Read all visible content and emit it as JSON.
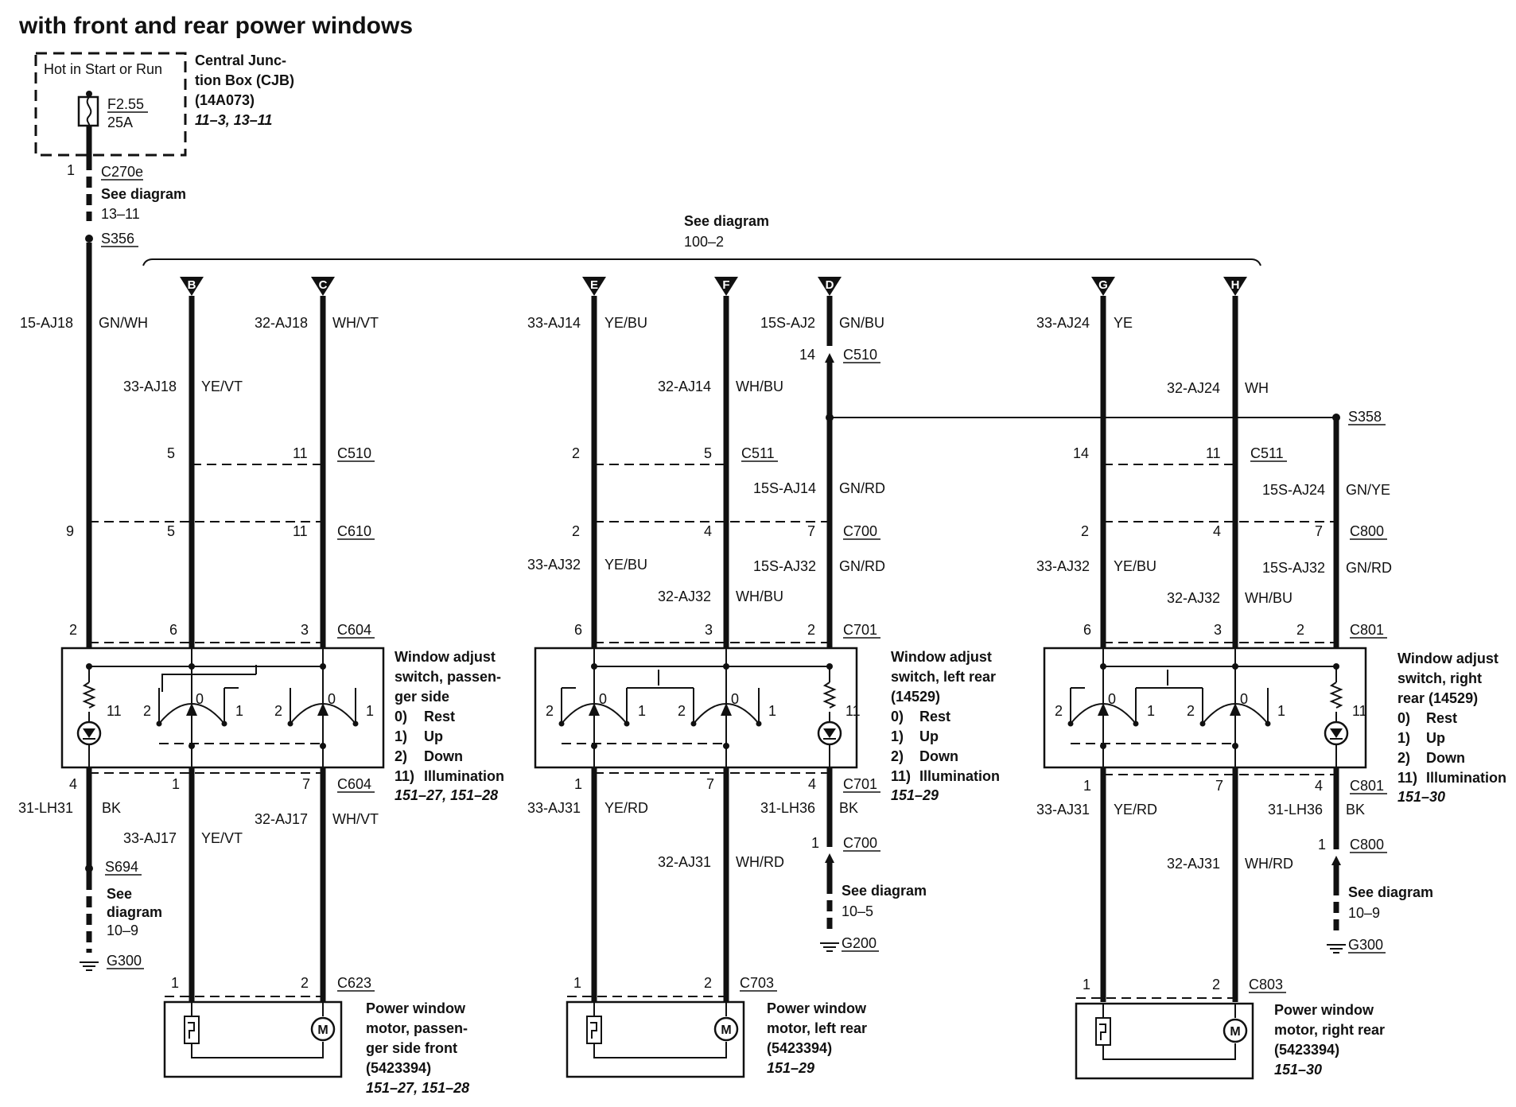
{
  "title": "with front and rear power windows",
  "cjb": {
    "hot_label": "Hot in Start or Run",
    "fuse_id": "F2.55",
    "fuse_rating": "25A",
    "name_line1": "Central Junc-",
    "name_line2": "tion Box (CJB)",
    "part": "(14A073)",
    "refs": "11–3, 13–11"
  },
  "top": {
    "pin_c270e": "1",
    "c270e": "C270e",
    "see_diagram": "See diagram",
    "see_ref": "13–11",
    "s356": "S356",
    "bus_see": "See diagram",
    "bus_ref": "100–2",
    "s358": "S358"
  },
  "connectors": {
    "B": "B",
    "C": "C",
    "E": "E",
    "F": "F",
    "D": "D",
    "G": "G",
    "H": "H"
  },
  "passenger": {
    "w_feed": "15-AJ18",
    "w_feed_color": "GN/WH",
    "w_b": "33-AJ18",
    "w_b_color": "YE/VT",
    "w_c": "32-AJ18",
    "w_c_color": "WH/VT",
    "c510": "C510",
    "c510_p1": "5",
    "c510_p2": "11",
    "c610": "C610",
    "c610_p0": "9",
    "c610_p1": "5",
    "c610_p2": "11",
    "c604_top": "C604",
    "c604_p0": "2",
    "c604_p1": "6",
    "c604_p2": "3",
    "switch_name1": "Window adjust",
    "switch_name2": "switch, passen-",
    "switch_name3": "ger side",
    "m0_num": "0)",
    "m0": "Rest",
    "m1_num": "1)",
    "m1": "Up",
    "m2_num": "2)",
    "m2": "Down",
    "m11_num": "11)",
    "m11": "Illumination",
    "switch_refs": "151–27, 151–28",
    "lamp_pin": "11",
    "pos_2a": "2",
    "pos_0a": "0",
    "pos_1a": "1",
    "pos_2b": "2",
    "pos_0b": "0",
    "pos_1b": "1",
    "c604_bot": "C604",
    "c604b_p0": "4",
    "c604b_p1": "1",
    "c604b_p2": "7",
    "w_gnd": "31-LH31",
    "w_gnd_color": "BK",
    "w_m1": "33-AJ17",
    "w_m1_color": "YE/VT",
    "w_m2": "32-AJ17",
    "w_m2_color": "WH/VT",
    "s694": "S694",
    "see": "See",
    "diagram": "diagram",
    "see_ref": "10–9",
    "g300": "G300",
    "c623": "C623",
    "c623_p1": "1",
    "c623_p2": "2",
    "motor_name1": "Power window",
    "motor_name2": "motor, passen-",
    "motor_name3": "ger side front",
    "motor_part": "(5423394)",
    "motor_refs": "151–27, 151–28",
    "motor_symbol": "M"
  },
  "left_rear": {
    "w_e": "33-AJ14",
    "w_e_color": "YE/BU",
    "w_f": "32-AJ14",
    "w_f_color": "WH/BU",
    "w_d": "15S-AJ2",
    "w_d_color": "GN/BU",
    "c510_pin": "14",
    "c510": "C510",
    "c511": "C511",
    "c511_p1": "2",
    "c511_p2": "5",
    "w_d2": "15S-AJ14",
    "w_d2_color": "GN/RD",
    "c700": "C700",
    "c700_p1": "2",
    "c700_p2": "4",
    "c700_p3": "7",
    "w_e2": "33-AJ32",
    "w_e2_color": "YE/BU",
    "w_d3": "15S-AJ32",
    "w_d3_color": "GN/RD",
    "w_f2": "32-AJ32",
    "w_f2_color": "WH/BU",
    "c701_top": "C701",
    "c701_p1": "6",
    "c701_p2": "3",
    "c701_p3": "2",
    "switch_name1": "Window adjust",
    "switch_name2": "switch, left rear",
    "switch_part": "(14529)",
    "m0_num": "0)",
    "m0": "Rest",
    "m1_num": "1)",
    "m1": "Up",
    "m2_num": "2)",
    "m2": "Down",
    "m11_num": "11)",
    "m11": "Illumination",
    "switch_refs": "151–29",
    "lamp_pin": "11",
    "pos_2a": "2",
    "pos_0a": "0",
    "pos_1a": "1",
    "pos_2b": "2",
    "pos_0b": "0",
    "pos_1b": "1",
    "c701_bot": "C701",
    "c701b_p1": "1",
    "c701b_p2": "7",
    "c701b_p3": "4",
    "w_m1": "33-AJ31",
    "w_m1_color": "YE/RD",
    "w_gnd": "31-LH36",
    "w_gnd_color": "BK",
    "c700b_pin": "1",
    "c700b": "C700",
    "w_m2": "32-AJ31",
    "w_m2_color": "WH/RD",
    "see": "See diagram",
    "see_ref": "10–5",
    "g200": "G200",
    "c703": "C703",
    "c703_p1": "1",
    "c703_p2": "2",
    "motor_name1": "Power window",
    "motor_name2": "motor, left rear",
    "motor_part": "(5423394)",
    "motor_refs": "151–29",
    "motor_symbol": "M"
  },
  "right_rear": {
    "w_g": "33-AJ24",
    "w_g_color": "YE",
    "w_h": "32-AJ24",
    "w_h_color": "WH",
    "c511": "C511",
    "c511_p1": "14",
    "c511_p2": "11",
    "w_s": "15S-AJ24",
    "w_s_color": "GN/YE",
    "c800": "C800",
    "c800_p1": "2",
    "c800_p2": "4",
    "c800_p3": "7",
    "w_g2": "33-AJ32",
    "w_g2_color": "YE/BU",
    "w_s2": "15S-AJ32",
    "w_s2_color": "GN/RD",
    "w_h2": "32-AJ32",
    "w_h2_color": "WH/BU",
    "c801_top": "C801",
    "c801_p1": "6",
    "c801_p2": "3",
    "c801_p3": "2",
    "switch_name1": "Window adjust",
    "switch_name2": "switch, right",
    "switch_name3": "rear (14529)",
    "m0_num": "0)",
    "m0": "Rest",
    "m1_num": "1)",
    "m1": "Up",
    "m2_num": "2)",
    "m2": "Down",
    "m11_num": "11)",
    "m11": "Illumination",
    "switch_refs": "151–30",
    "lamp_pin": "11",
    "pos_2a": "2",
    "pos_0a": "0",
    "pos_1a": "1",
    "pos_2b": "2",
    "pos_0b": "0",
    "pos_1b": "1",
    "c801_bot": "C801",
    "c801b_p1": "1",
    "c801b_p2": "7",
    "c801b_p3": "4",
    "w_m1": "33-AJ31",
    "w_m1_color": "YE/RD",
    "w_gnd": "31-LH36",
    "w_gnd_color": "BK",
    "c800b_pin": "1",
    "c800b": "C800",
    "w_m2": "32-AJ31",
    "w_m2_color": "WH/RD",
    "see": "See diagram",
    "see_ref": "10–9",
    "g300": "G300",
    "c803": "C803",
    "c803_p1": "1",
    "c803_p2": "2",
    "motor_name1": "Power window",
    "motor_name2": "motor, right rear",
    "motor_part": "(5423394)",
    "motor_refs": "151–30",
    "motor_symbol": "M"
  }
}
